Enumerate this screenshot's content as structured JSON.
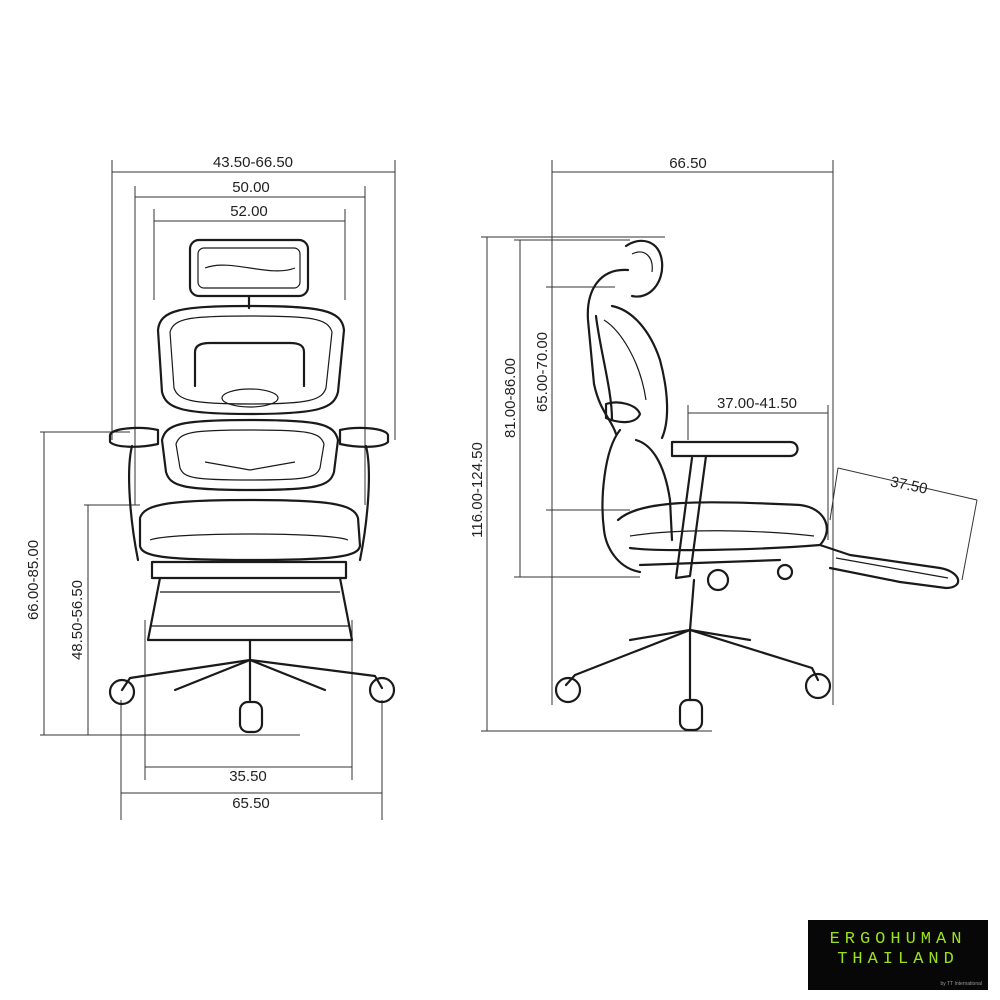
{
  "front_view": {
    "top_width": "43.50-66.50",
    "mid_width": "50.00",
    "inner_width": "52.00",
    "armrest_height": "66.00-85.00",
    "seat_height": "48.50-56.50",
    "base_inner_width": "35.50",
    "base_width": "65.50"
  },
  "side_view": {
    "depth": "66.50",
    "overall_height": "116.00-124.50",
    "back_height_outer": "81.00-86.00",
    "back_height_inner": "65.00-70.00",
    "seat_depth": "37.00-41.50",
    "footrest_length": "37.50"
  },
  "logo": {
    "line1": "ERGOHUMAN",
    "line2": "THAILAND",
    "subtext": "by TT International"
  }
}
